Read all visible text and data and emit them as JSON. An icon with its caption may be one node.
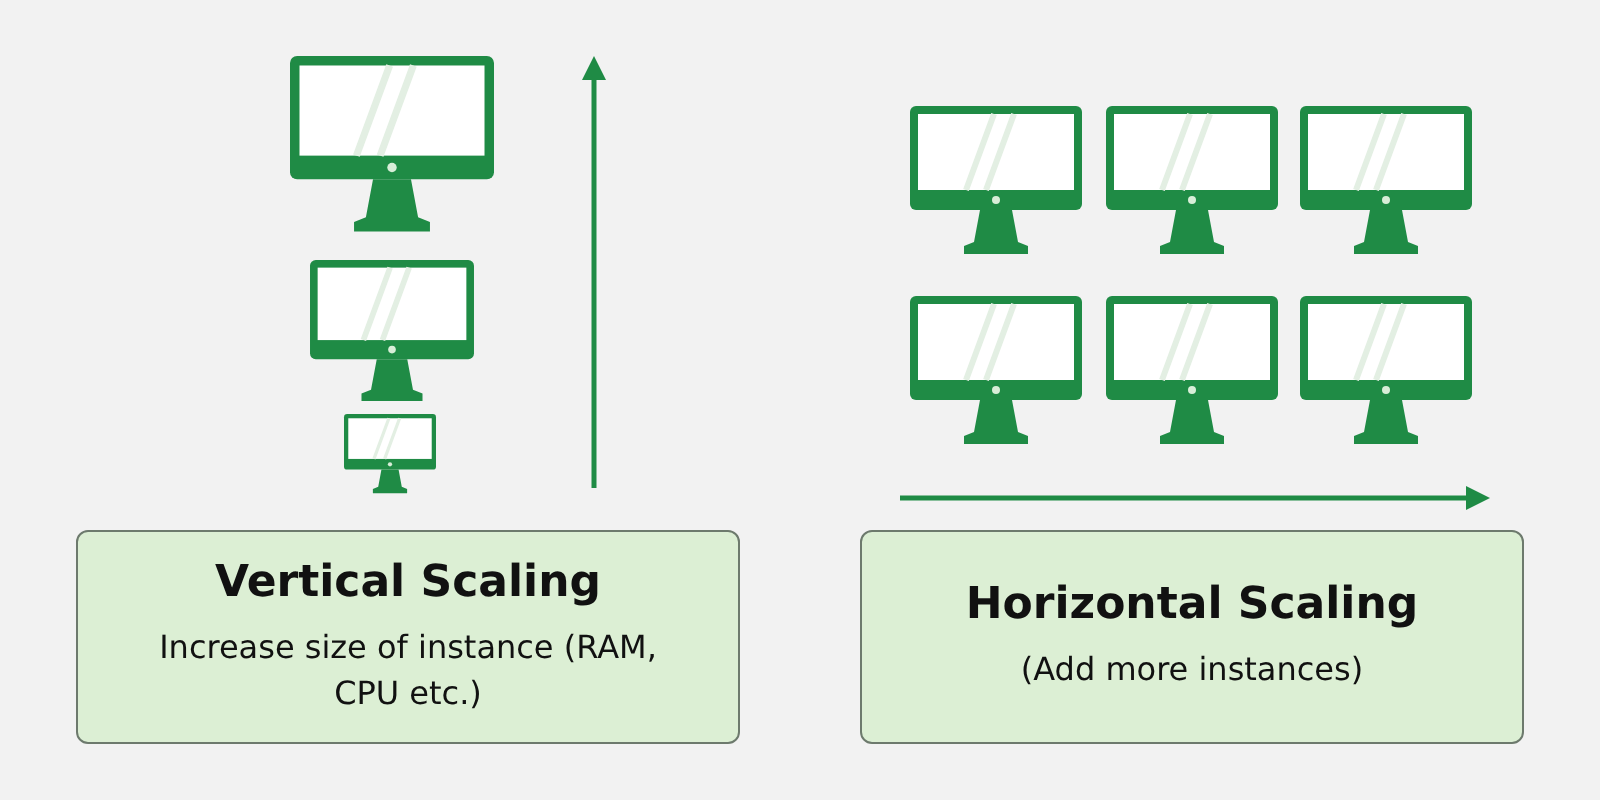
{
  "diagram": {
    "nodes": [
      {
        "text": [
          "Vertical Scaling",
          "Increase size of instance (RAM, CPU etc.)"
        ]
      },
      {
        "text": [
          "Horizontal Scaling",
          "(Add more instances)"
        ]
      }
    ]
  }
}
